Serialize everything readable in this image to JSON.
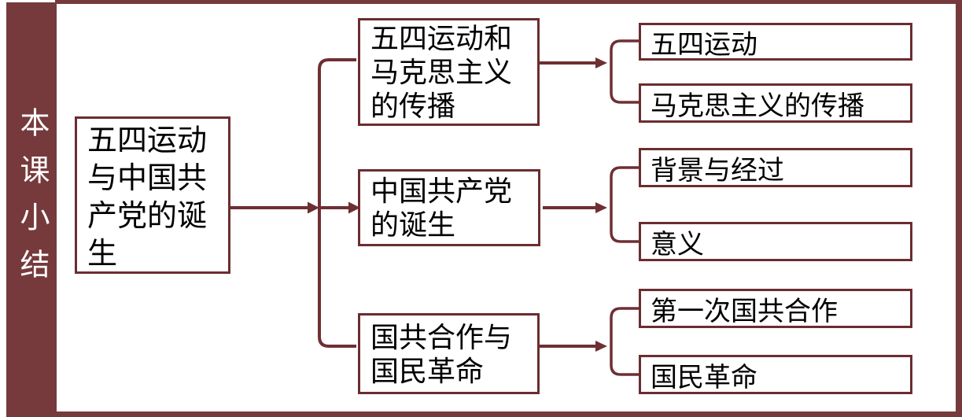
{
  "colors": {
    "frame": "#763A3C",
    "line": "#6E2F33",
    "box_border": "#6B2D30",
    "text": "#000000",
    "sidebar_text": "#FFFFFF",
    "background": "#FFFFFF"
  },
  "sidebar": {
    "title": "本课小结"
  },
  "diagram": {
    "root": {
      "label": "五四运动与中国共产党的诞生"
    },
    "branches": [
      {
        "label": "五四运动和马克思主义的传播",
        "children": [
          "五四运动",
          "马克思主义的传播"
        ]
      },
      {
        "label": "中国共产党的诞生",
        "children": [
          "背景与经过",
          "意义"
        ]
      },
      {
        "label": "国共合作与国民革命",
        "children": [
          "第一次国共合作",
          "国民革命"
        ]
      }
    ]
  }
}
